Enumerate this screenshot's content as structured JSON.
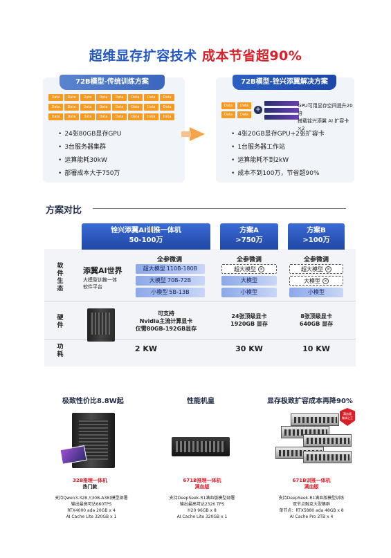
{
  "headline": {
    "part1": "超维显存扩容技术",
    "part2": "成本节省超90%"
  },
  "left_panel": {
    "title": "72B模型-传统训练方案",
    "chip_label": "Data",
    "bullets": [
      "24张80GB显存GPU",
      "3台服务器集群",
      "运算能耗30kW",
      "部署成本大于750万"
    ]
  },
  "right_panel": {
    "title": "72B模型-铨兴添翼解决方案",
    "chip_label": "Data",
    "note_lines": [
      "GPU可用显存空间提升20倍",
      "搭载铨兴添翼 AI 扩容卡 ×2"
    ],
    "bullets": [
      "4张20GB显存GPU+2张扩容卡",
      "1台服务器工作站",
      "运算能耗不到2kW",
      "成本不到100万，节省超90%"
    ]
  },
  "section_title": "方案对比",
  "table": {
    "columns": [
      {
        "line1": "铨兴添翼AI训推一体机",
        "line2": "50-100万"
      },
      {
        "line1": "方案A",
        "line2": ">750万"
      },
      {
        "line1": "方案B",
        "line2": ">100万"
      }
    ],
    "row_labels": {
      "software": "软件生态",
      "hardware": "硬件",
      "power": "功耗"
    },
    "full_ft": "全参微调",
    "col0_sw": {
      "name": "添翼AI世界",
      "sub_lines": [
        "大模型训推一体",
        "软件平台"
      ],
      "tiers": [
        {
          "label": "超大模型",
          "range": "110B-180B"
        },
        {
          "label": "大模型",
          "range": "70B-72B"
        },
        {
          "label": "小模型",
          "range": "5B-13B"
        }
      ]
    },
    "colA_tiers": [
      "超大模型",
      "大模型",
      "小模型"
    ],
    "colB_tiers": [
      "超大模型",
      "大模型",
      "小模型"
    ],
    "tier_x": "×",
    "hardware": {
      "col0": [
        "可支持",
        "Nvidia主流计算显卡",
        "仅需80GB-192GB显存"
      ],
      "colA": [
        "24张顶级显卡",
        "1920GB 显存"
      ],
      "colB": [
        "8张顶级显卡",
        "640GB 显存"
      ]
    },
    "power": {
      "col0": "2 KW",
      "colA": "30 KW",
      "colB": "10 KW"
    }
  },
  "products": [
    {
      "title": "极致性价比8.8W起",
      "name": [
        "32B推理一体机",
        "热门款"
      ],
      "desc": [
        "支持Qwen3-32B /(30B-A3B)模型部署",
        "输出最高可达660TPS",
        "RTX4000 ada 20GB x 4",
        "AI Cache Lite 320GB x 1"
      ]
    },
    {
      "title": "性能机皇",
      "name": [
        "671B推理一体机",
        "满血版"
      ],
      "desc": [
        "支持DeepSeek-R1满血版模型部署",
        "输出最高可达2326 TPS",
        "H20 96GB x 8",
        "AI Cache Lite 320GB x 1"
      ]
    },
    {
      "title": "显存极致扩容成本再降90%",
      "name": [
        "671B训推一体机",
        "满血版"
      ],
      "desc": [
        "支持DeepSeek-R1满血版模型训练",
        "双节点融克大型集群",
        "单节点：RTX5880 ada 48GB x 8",
        "AI Cache Pro 2TB x 4"
      ],
      "badge": [
        "满血版",
        "微调之王"
      ]
    }
  ]
}
